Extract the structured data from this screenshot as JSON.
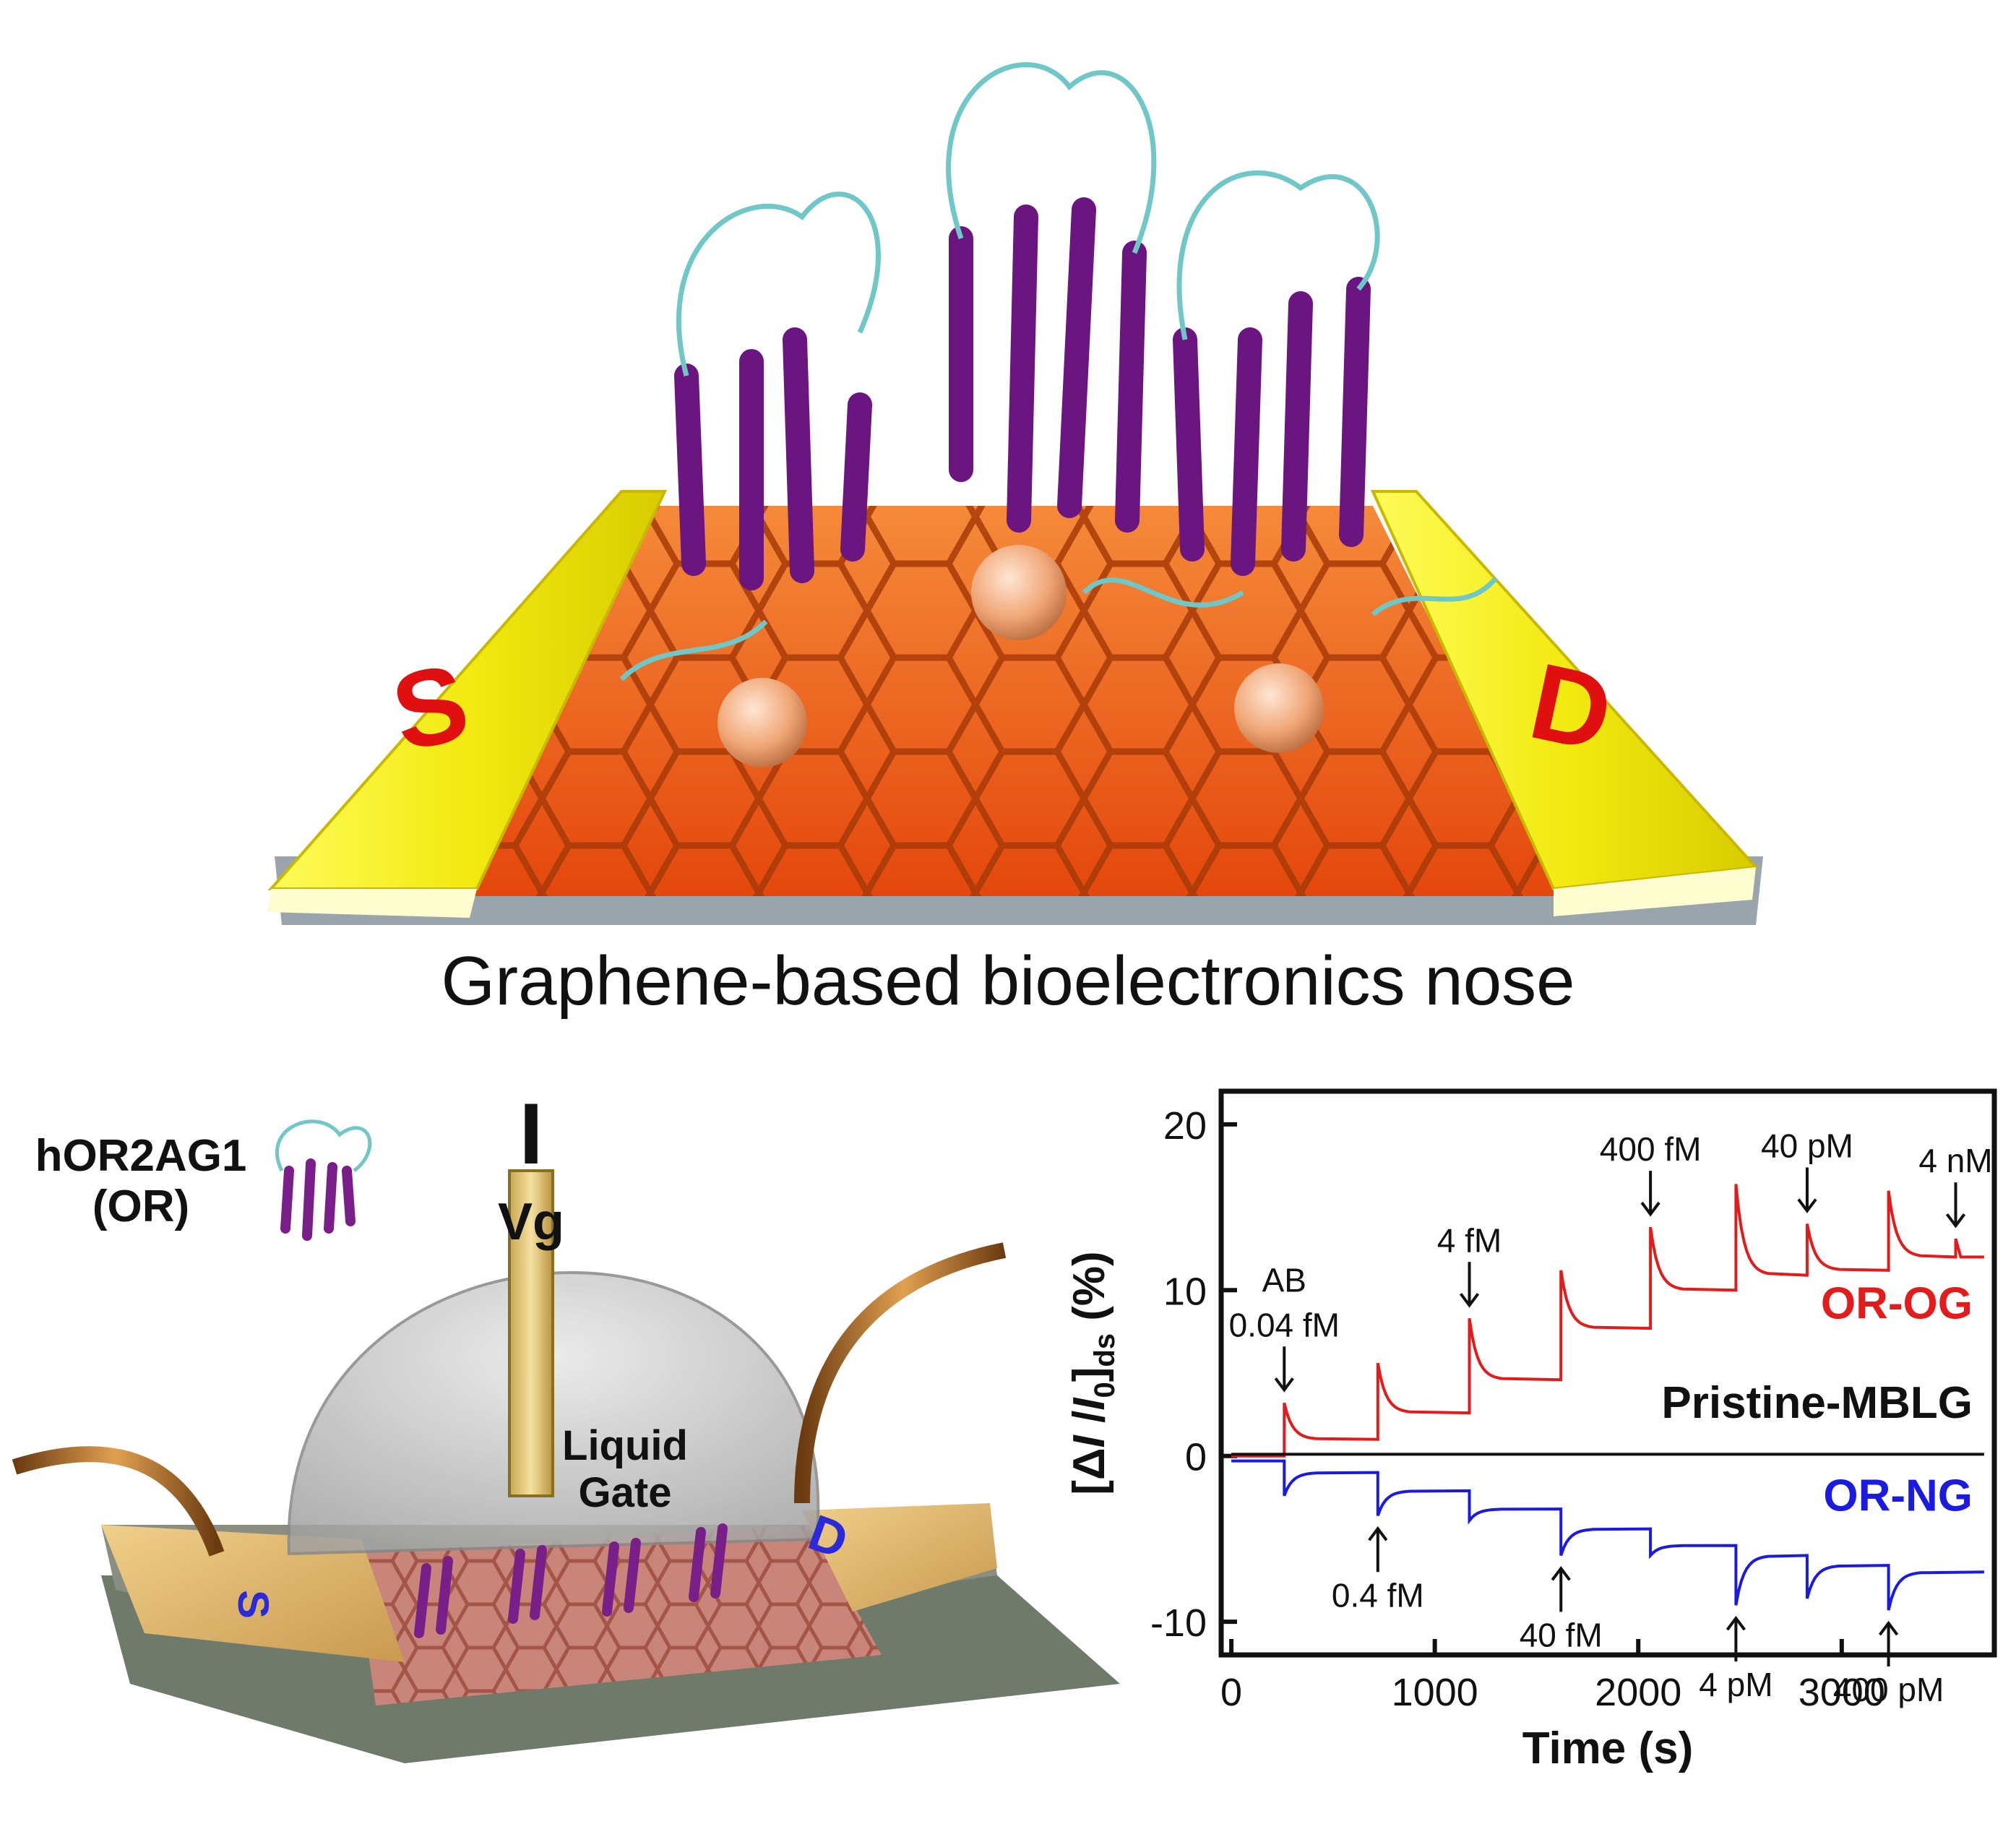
{
  "figure": {
    "caption": "Graphene-based bioelectronics nose"
  },
  "device_top": {
    "source_label": "S",
    "drain_label": "D",
    "colors": {
      "electrode": "#f4ee1a",
      "graphene": "#f2621a",
      "helix": "#7a1f8a",
      "loop": "#6fc7c7",
      "bead": "#f3b48c"
    }
  },
  "device_bottom": {
    "current_label": "I",
    "gate_voltage_label": "Vg",
    "receptor_label_line1": "hOR2AG1",
    "receptor_label_line2": "(OR)",
    "gate_label_line1": "Liquid",
    "gate_label_line2": "Gate",
    "source_label": "S",
    "drain_label": "D"
  },
  "chart_data": {
    "type": "line",
    "xlabel": "Time (s)",
    "ylabel": "[ΔI/I0]ds (%)",
    "xlim": [
      -50,
      3750
    ],
    "ylim": [
      -12,
      22
    ],
    "xticks": [
      0,
      1000,
      2000,
      3000
    ],
    "yticks": [
      -10,
      0,
      10,
      20
    ],
    "grid": false,
    "series": [
      {
        "name": "OR-OG",
        "color": "#e41b1b",
        "baseline_segments": [
          [
            0,
            260,
            0
          ],
          [
            260,
            720,
            1.0
          ],
          [
            720,
            1170,
            2.6
          ],
          [
            1170,
            1620,
            4.6
          ],
          [
            1620,
            2060,
            7.7
          ],
          [
            2060,
            2480,
            10.0
          ],
          [
            2480,
            2830,
            10.9
          ],
          [
            2830,
            3230,
            11.2
          ],
          [
            3230,
            3700,
            12.0
          ]
        ],
        "spikes": [
          [
            260,
            3.2
          ],
          [
            720,
            5.6
          ],
          [
            1170,
            8.3
          ],
          [
            1620,
            11.2
          ],
          [
            2060,
            13.8
          ],
          [
            2480,
            16.4
          ],
          [
            2830,
            14.0
          ],
          [
            3230,
            16.0
          ],
          [
            3560,
            13.1
          ]
        ]
      },
      {
        "name": "Pristine-MBLG",
        "color": "#111111",
        "baseline_segments": [
          [
            0,
            3700,
            0.1
          ]
        ],
        "spikes": []
      },
      {
        "name": "OR-NG",
        "color": "#1a1ae0",
        "baseline_segments": [
          [
            0,
            260,
            -0.3
          ],
          [
            260,
            720,
            -1.0
          ],
          [
            720,
            1170,
            -2.1
          ],
          [
            1170,
            1620,
            -3.2
          ],
          [
            1620,
            2060,
            -4.4
          ],
          [
            2060,
            2480,
            -5.4
          ],
          [
            2480,
            2830,
            -6.0
          ],
          [
            2830,
            3230,
            -6.6
          ],
          [
            3230,
            3700,
            -7.0
          ]
        ],
        "spikes": [
          [
            260,
            -2.4
          ],
          [
            720,
            -3.6
          ],
          [
            1170,
            -3.9
          ],
          [
            1620,
            -6.0
          ],
          [
            2060,
            -6.0
          ],
          [
            2480,
            -9.0
          ],
          [
            2830,
            -8.6
          ],
          [
            3230,
            -9.3
          ]
        ]
      }
    ],
    "annotations_above": [
      {
        "x": 260,
        "lines": [
          "AB",
          "0.04 fM"
        ]
      },
      {
        "x": 1170,
        "lines": [
          "4 fM"
        ]
      },
      {
        "x": 2060,
        "lines": [
          "400 fM"
        ]
      },
      {
        "x": 2830,
        "lines": [
          "40 pM"
        ]
      },
      {
        "x": 3560,
        "lines": [
          "4 nM"
        ]
      }
    ],
    "annotations_below": [
      {
        "x": 720,
        "label": "0.4 fM"
      },
      {
        "x": 1620,
        "label": "40 fM"
      },
      {
        "x": 2480,
        "label": "4 pM"
      },
      {
        "x": 3230,
        "label": "400 pM"
      }
    ]
  }
}
